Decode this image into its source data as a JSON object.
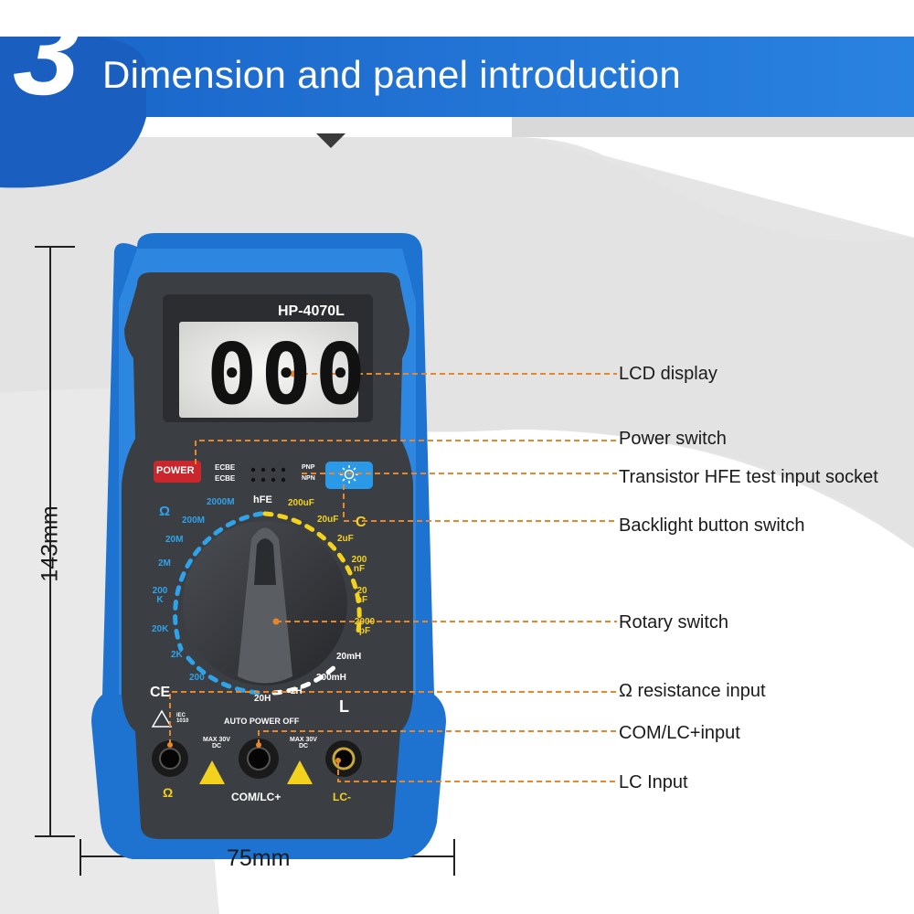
{
  "header": {
    "step_number": "3",
    "title": "Dimension and panel introduction"
  },
  "dimensions": {
    "height_label": "143mm",
    "width_label": "75mm"
  },
  "meter": {
    "model": "HP-4070L",
    "lcd_reading": "000",
    "power_label": "POWER",
    "socket_labels": {
      "top": "ECBE",
      "bottom": "ECBE",
      "pnp": "PNP",
      "npn": "NPN"
    },
    "dial_labels": [
      "Ω",
      "2000M",
      "200M",
      "20M",
      "2M",
      "200 K",
      "20K",
      "2K",
      "200",
      "hFE",
      "200uF",
      "20uF",
      "2uF",
      "C",
      "200 nF",
      "20 nF",
      "2000 pF",
      "20mH",
      "200mH",
      "2H",
      "20H",
      "L"
    ],
    "auto_power_off": "AUTO POWER OFF",
    "max_rating": "MAX 30V DC",
    "ce_mark": "CE",
    "iec_mark": "IEC 1010",
    "terminals": [
      "Ω",
      "COM/LC+",
      "LC-"
    ]
  },
  "callouts": [
    "LCD display",
    "Power switch",
    "Transistor HFE test input socket",
    "Backlight button switch",
    "Rotary switch",
    "Ω resistance input",
    "COM/LC+input",
    "LC Input"
  ],
  "colors": {
    "header_blue": "#1f6fcf",
    "meter_blue": "#1e78d2",
    "meter_body": "#3b3e43",
    "leader_orange": "#e8862a"
  }
}
